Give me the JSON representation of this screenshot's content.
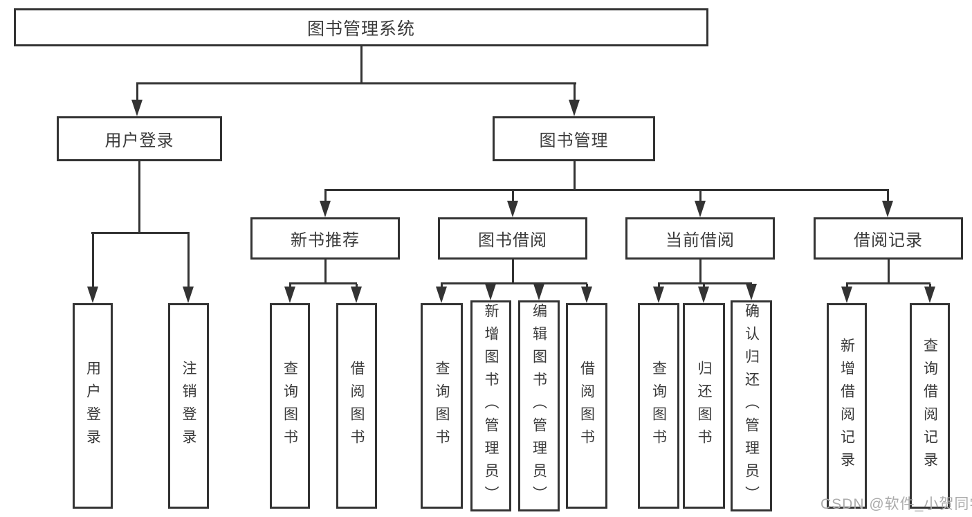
{
  "diagram": {
    "title": "图书管理系统",
    "tree": {
      "label": "图书管理系统",
      "children": [
        {
          "label": "用户登录",
          "children": [
            {
              "label": "用户登录"
            },
            {
              "label": "注销登录"
            }
          ]
        },
        {
          "label": "图书管理",
          "children": [
            {
              "label": "新书推荐",
              "children": [
                {
                  "label": "查询图书"
                },
                {
                  "label": "借阅图书"
                }
              ]
            },
            {
              "label": "图书借阅",
              "children": [
                {
                  "label": "查询图书"
                },
                {
                  "label": "新增图书（管理员）"
                },
                {
                  "label": "编辑图书（管理员）"
                },
                {
                  "label": "借阅图书"
                }
              ]
            },
            {
              "label": "当前借阅",
              "children": [
                {
                  "label": "查询图书"
                },
                {
                  "label": "归还图书"
                },
                {
                  "label": "确认归还（管理员）"
                }
              ]
            },
            {
              "label": "借阅记录",
              "children": [
                {
                  "label": "新增借阅记录"
                },
                {
                  "label": "查询借阅记录"
                }
              ]
            }
          ]
        }
      ]
    },
    "watermark": "CSDN @软件_小贺同学",
    "colors": {
      "line": "#333333",
      "border": "#333333",
      "text": "#3a3a3a",
      "watermark": "#ababab",
      "background": "#ffffff"
    }
  }
}
